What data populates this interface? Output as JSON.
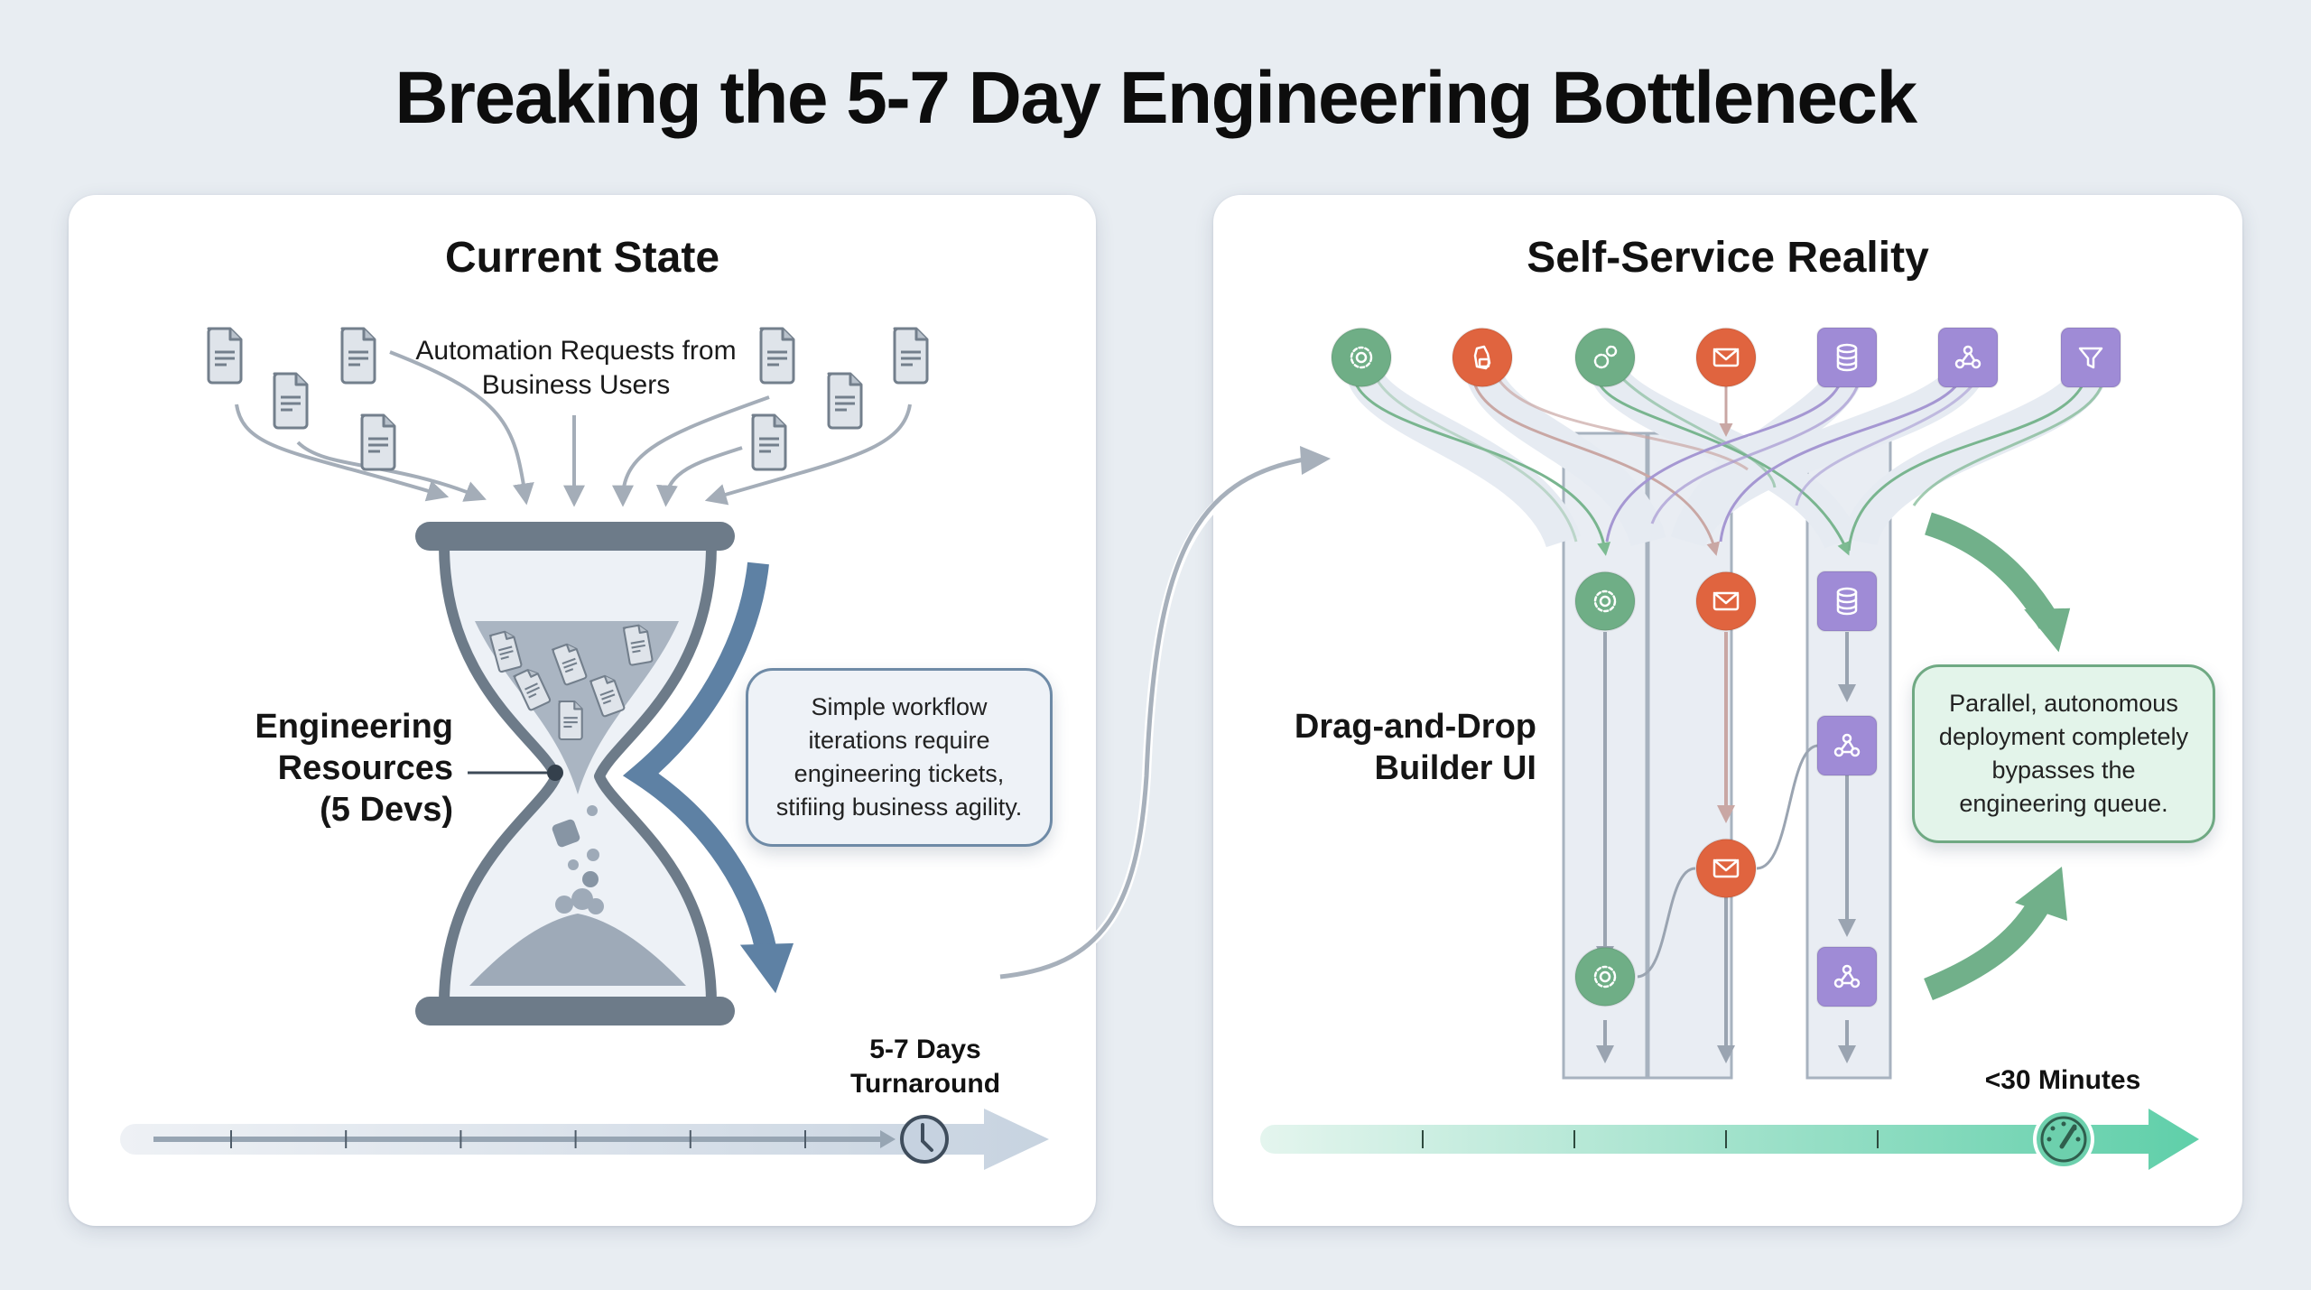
{
  "title": "Breaking the 5-7 Day Engineering Bottleneck",
  "colors": {
    "background": "#e8edf2",
    "panel": "#ffffff",
    "slate": "#6b7a89",
    "slate_arrow": "#5b7fa3",
    "green": "#6fae86",
    "orange": "#e0643f",
    "purple": "#9f8bd6",
    "teal": "#5fcfa9"
  },
  "left_panel": {
    "title": "Current State",
    "requests_label": "Automation Requests from Business Users",
    "document_icon_count": 8,
    "bottleneck_label": "Engineering Resources (5 Devs)",
    "bottleneck_lines": [
      "Engineering",
      "Resources",
      "(5 Devs)"
    ],
    "callout": "Simple workflow iterations require engineering tickets, stifiing business agility.",
    "timeline": {
      "label_line1": "5-7 Days",
      "label_line2": "Turnaround",
      "tick_count": 6,
      "end_icon": "clock-icon"
    }
  },
  "right_panel": {
    "title": "Self-Service Reality",
    "builder_label_line1": "Drag-and-Drop",
    "builder_label_line2": "Builder UI",
    "source_nodes": [
      {
        "icon": "gear-icon",
        "color": "green",
        "shape": "circle"
      },
      {
        "icon": "hand-drag-icon",
        "color": "orange",
        "shape": "circle"
      },
      {
        "icon": "gears-icon",
        "color": "green",
        "shape": "circle"
      },
      {
        "icon": "mail-icon",
        "color": "orange",
        "shape": "circle"
      },
      {
        "icon": "database-icon",
        "color": "purple",
        "shape": "square"
      },
      {
        "icon": "webhook-icon",
        "color": "purple",
        "shape": "square"
      },
      {
        "icon": "filter-icon",
        "color": "purple",
        "shape": "square"
      }
    ],
    "lanes": [
      {
        "nodes": [
          {
            "icon": "gear-icon",
            "color": "green",
            "shape": "circle"
          },
          {
            "icon": "gear-icon",
            "color": "green",
            "shape": "circle"
          }
        ]
      },
      {
        "nodes": [
          {
            "icon": "mail-icon",
            "color": "orange",
            "shape": "circle"
          },
          {
            "icon": "mail-icon",
            "color": "orange",
            "shape": "circle"
          }
        ]
      },
      {
        "nodes": [
          {
            "icon": "database-icon",
            "color": "purple",
            "shape": "square"
          },
          {
            "icon": "webhook-icon",
            "color": "purple",
            "shape": "square"
          },
          {
            "icon": "webhook-icon",
            "color": "purple",
            "shape": "square"
          }
        ]
      }
    ],
    "callout": "Parallel, autonomous deployment completely bypasses the engineering queue.",
    "timeline": {
      "label": "<30 Minutes",
      "tick_count": 4,
      "end_icon": "speedometer-icon"
    }
  }
}
